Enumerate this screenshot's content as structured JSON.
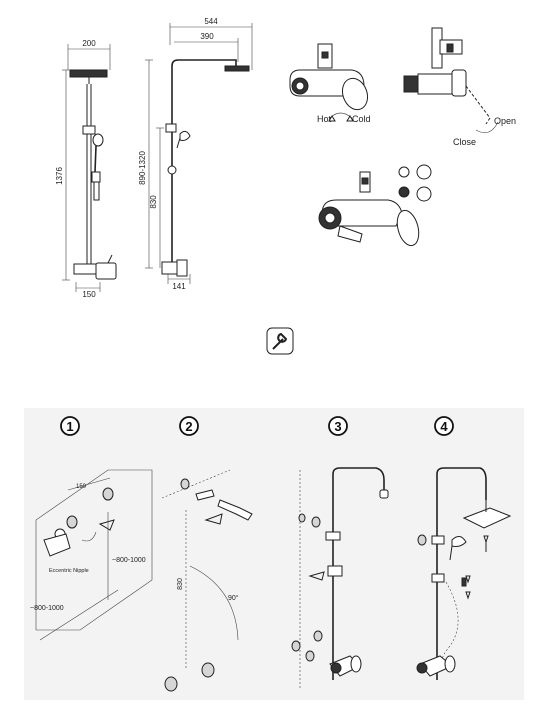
{
  "dimensions": {
    "top_width_200": "200",
    "height_1376": "1376",
    "bottom_150": "150",
    "total_width_544": "544",
    "arm_390": "390",
    "range_890_1320": "890-1320",
    "height_830": "830",
    "bottom_141": "141"
  },
  "mixer_labels": {
    "hot": "Hot",
    "cold": "Cold",
    "open": "Open",
    "close": "Close"
  },
  "steps": [
    "1",
    "2",
    "3",
    "4"
  ],
  "step1": {
    "spacing": "150",
    "height_range": "~800-1000",
    "width_range": "~800-1000",
    "nipple_label": "Eccentric Nipple"
  },
  "step2": {
    "height": "830",
    "angle": "90°"
  },
  "icons": [
    "wrench-icon",
    "handshower-icon",
    "overhead-shower-icon"
  ]
}
